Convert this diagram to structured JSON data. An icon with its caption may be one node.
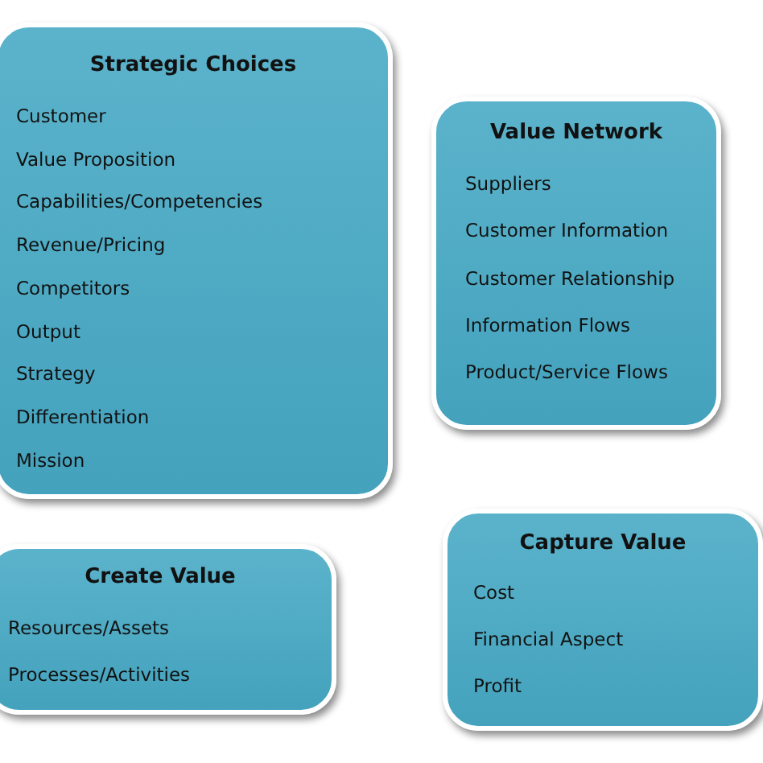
{
  "diagram": {
    "nodes": [
      {
        "text": [
          "Strategic Choices",
          "Customer",
          "Value Proposition",
          "Capabilities/Competencies",
          "Revenue/Pricing",
          "Competitors",
          "Output",
          "Strategy",
          "Differentiation",
          "Mission"
        ]
      },
      {
        "text": [
          "Value Network",
          "Suppliers",
          "Customer Information",
          "Customer Relationship",
          "Information Flows",
          "Product/Service Flows"
        ]
      },
      {
        "text": [
          "Create Value",
          "Resources/Assets",
          "Processes/Activities"
        ]
      },
      {
        "text": [
          "Capture Value",
          "Cost",
          "Financial Aspect",
          "Profit"
        ]
      }
    ]
  }
}
